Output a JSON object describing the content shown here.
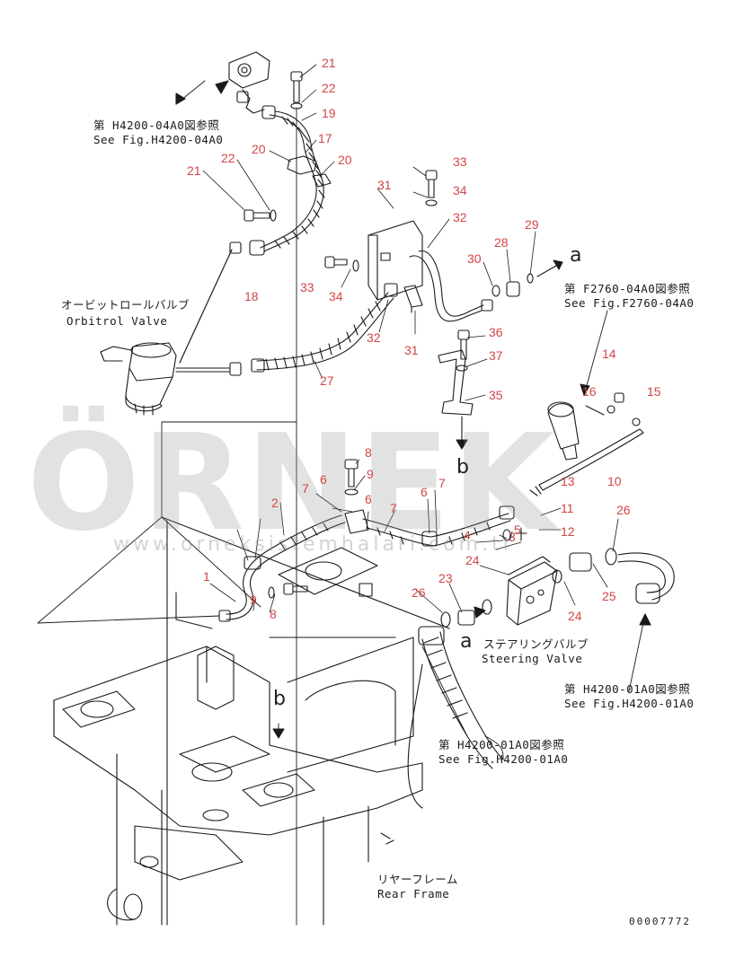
{
  "callouts": [
    "21",
    "22",
    "19",
    "17",
    "20",
    "20",
    "21",
    "22",
    "18",
    "33",
    "34",
    "31",
    "33",
    "34",
    "32",
    "32",
    "31",
    "27",
    "30",
    "28",
    "29",
    "36",
    "37",
    "35",
    "14",
    "16",
    "15",
    "13",
    "10",
    "8",
    "9",
    "6",
    "7",
    "2",
    "6",
    "7",
    "6",
    "7",
    "5",
    "3",
    "4",
    "11",
    "12",
    "26",
    "1",
    "9",
    "8",
    "24",
    "23",
    "26",
    "25",
    "24"
  ],
  "letters": {
    "a1": "a",
    "a2": "a",
    "b1": "b",
    "b2": "b"
  },
  "refs": {
    "h420004_jp": "第 H4200-04A0図参照",
    "h420004_en": "See Fig.H4200-04A0",
    "f276004_jp": "第 F2760-04A0図参照",
    "f276004_en": "See Fig.F2760-04A0",
    "h420001a_jp": "第 H4200-01A0図参照",
    "h420001a_en": "See Fig.H4200-01A0",
    "h420001b_jp": "第 H4200-01A0図参照",
    "h420001b_en": "See Fig.H4200-01A0"
  },
  "components": {
    "orbitrol_jp": "オービットロールバルブ",
    "orbitrol_en": "Orbitrol Valve",
    "steering_jp": "ステアリングバルブ",
    "steering_en": "Steering Valve",
    "frame_jp": "リヤーフレーム",
    "frame_en": "Rear Frame"
  },
  "watermark": {
    "brand": "ÖRNEK",
    "url": "www.orneksistemhalari.com.tr"
  },
  "drawing_code": "00007772",
  "colors": {
    "line": "#1a1a1a",
    "callout": "#d24646",
    "watermark": "#969696"
  }
}
